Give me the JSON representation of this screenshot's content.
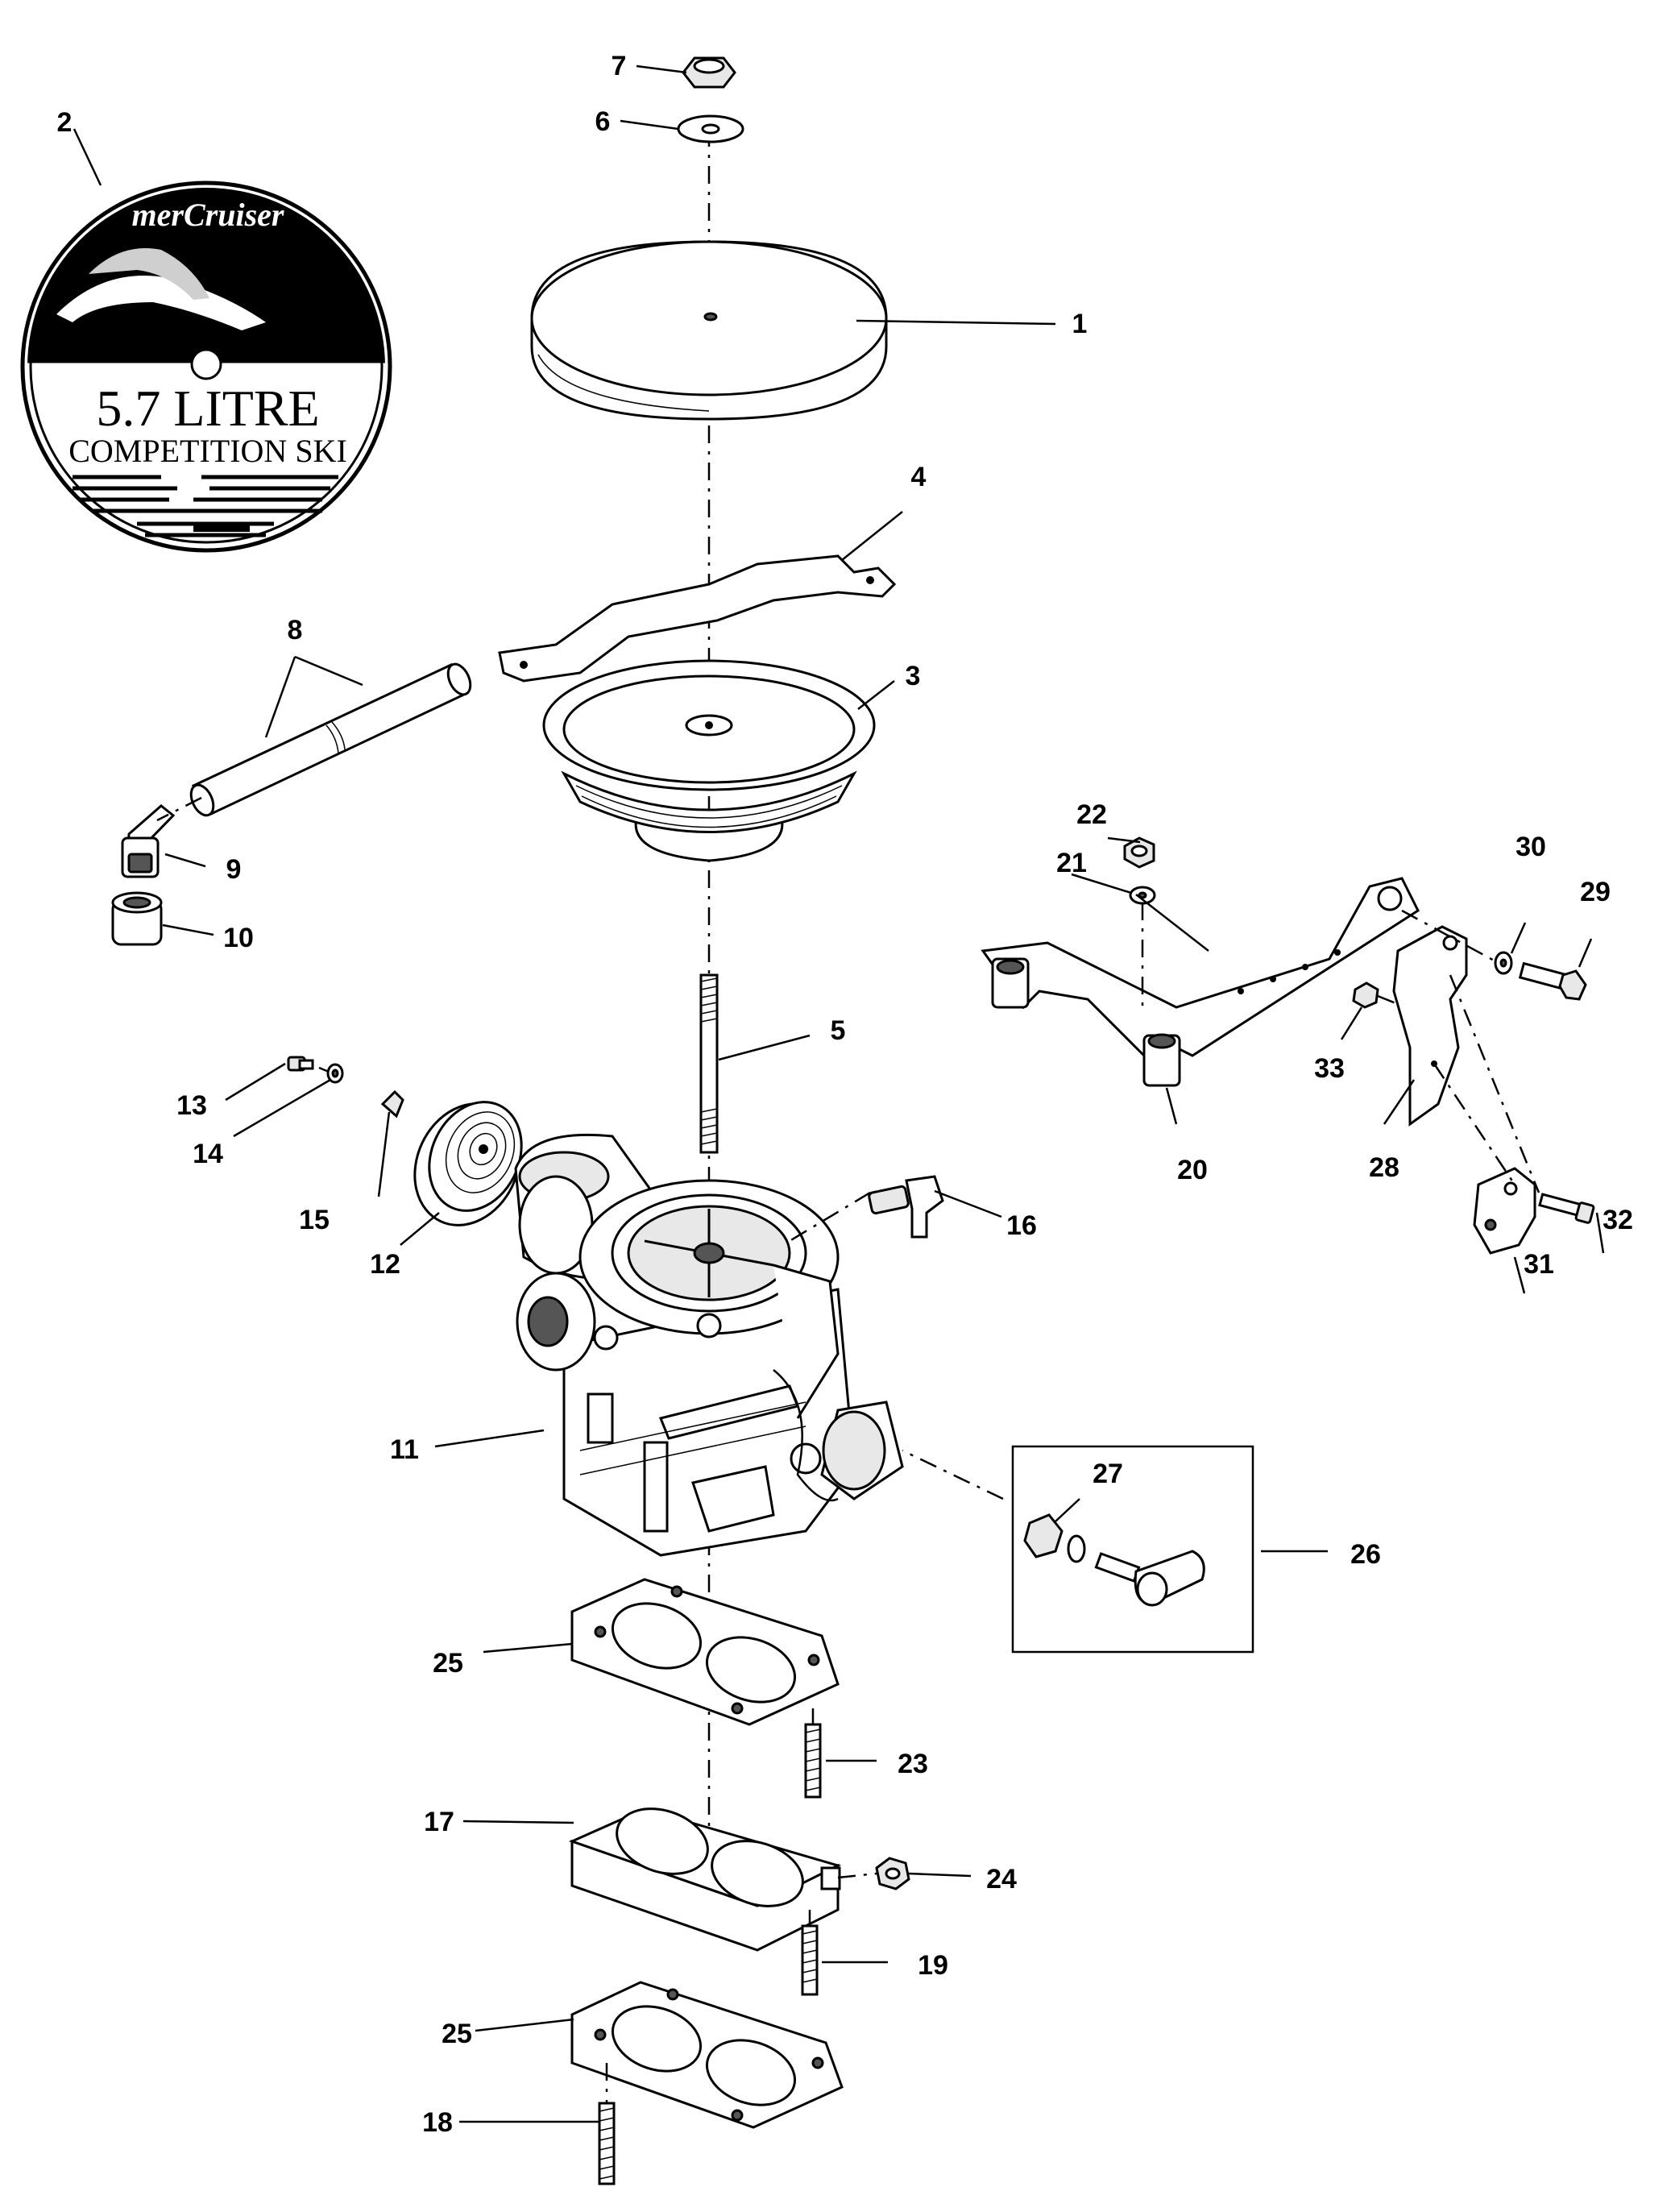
{
  "decal": {
    "brand": "merCruiser",
    "title": "5.7 LITRE",
    "subtitle": "COMPETITION SKI"
  },
  "callouts": {
    "c1": "1",
    "c2": "2",
    "c3": "3",
    "c4": "4",
    "c5": "5",
    "c6": "6",
    "c7": "7",
    "c8": "8",
    "c9": "9",
    "c10": "10",
    "c11": "11",
    "c12": "12",
    "c13": "13",
    "c14": "14",
    "c15": "15",
    "c16": "16",
    "c17": "17",
    "c18": "18",
    "c19": "19",
    "c20": "20",
    "c21": "21",
    "c22": "22",
    "c23": "23",
    "c24": "24",
    "c25a": "25",
    "c25b": "25",
    "c26": "26",
    "c27": "27",
    "c28": "28",
    "c29": "29",
    "c30": "30",
    "c31": "31",
    "c32": "32",
    "c33": "33"
  }
}
